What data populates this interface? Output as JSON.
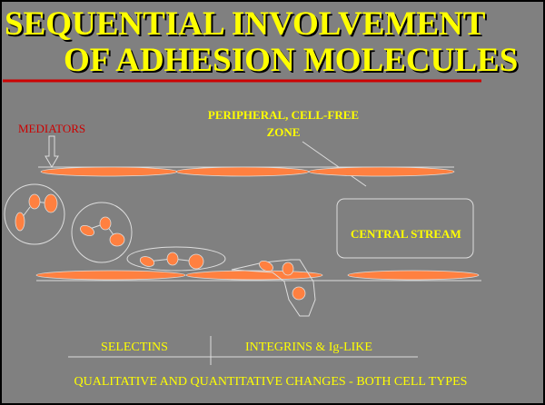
{
  "title": {
    "line1": "SEQUENTIAL INVOLVEMENT",
    "line2": "OF ADHESION MOLECULES"
  },
  "labels": {
    "mediators": "MEDIATORS",
    "peripheral_line1": "PERIPHERAL, CELL-FREE",
    "peripheral_line2": "ZONE",
    "central_stream": "CENTRAL STREAM",
    "selectins": "SELECTINS",
    "integrins": "INTEGRINS & Ig-LIKE",
    "footer": "QUALITATIVE AND QUANTITATIVE CHANGES - BOTH CELL TYPES"
  },
  "colors": {
    "background": "#808080",
    "title": "#ffff00",
    "cells": "#ff8040",
    "underline": "#cc0000",
    "mediators": "#cc0000"
  }
}
